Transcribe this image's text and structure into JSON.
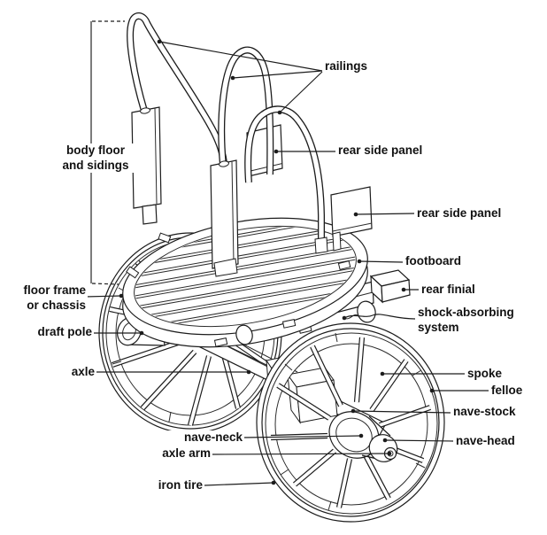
{
  "labels": {
    "body_floor_and_sidings": {
      "line1": "body floor",
      "line2": "and sidings"
    },
    "railings": "railings",
    "rear_side_panel_upper": "rear side panel",
    "rear_side_panel_lower": "rear side panel",
    "footboard": "footboard",
    "rear_finial": "rear finial",
    "shock_absorbing_system": {
      "line1": "shock-absorbing",
      "line2": "system"
    },
    "floor_frame_or_chassis": {
      "line1": "floor frame",
      "line2": "or chassis"
    },
    "draft_pole": "draft pole",
    "axle": "axle",
    "spoke": "spoke",
    "felloe": "felloe",
    "nave_stock": "nave-stock",
    "nave_head": "nave-head",
    "nave_neck": "nave-neck",
    "axle_arm": "axle arm",
    "iron_tire": "iron tire"
  },
  "colors": {
    "line": "#1c1c1c",
    "background": "#ffffff"
  }
}
